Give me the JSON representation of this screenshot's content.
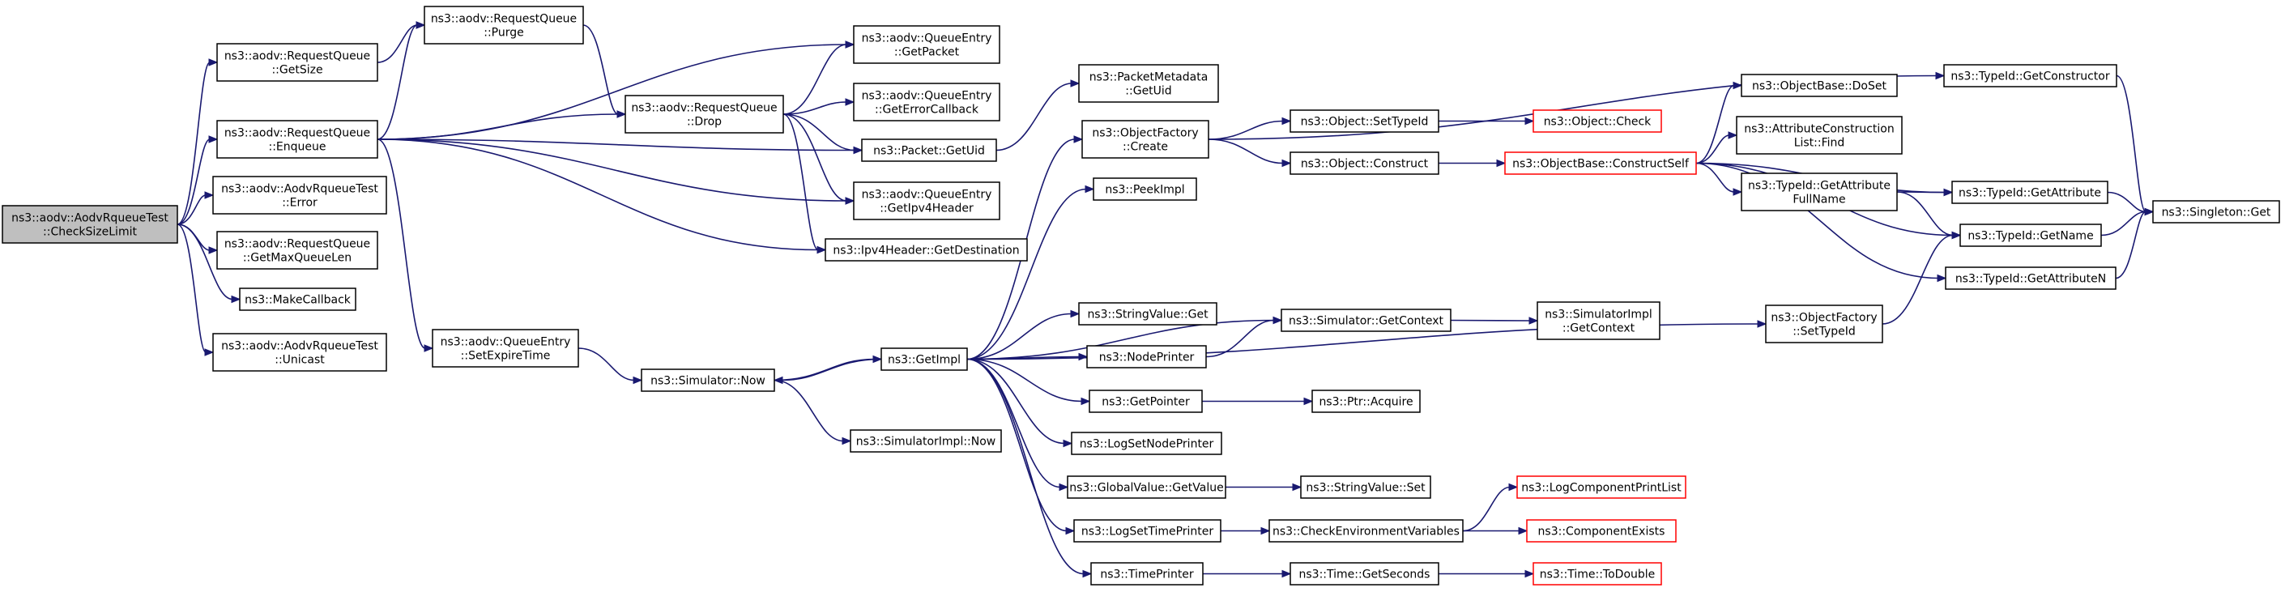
{
  "colors": {
    "edge": "#191970",
    "root_fill": "#bfbfbf",
    "node_fill": "#ffffff",
    "node_stroke": "#000000",
    "warn_stroke": "#ff0000"
  },
  "nodes": [
    {
      "id": "root",
      "lines": [
        "ns3::aodv::AodvRqueueTest",
        "::CheckSizeLimit"
      ],
      "kind": "root"
    },
    {
      "id": "getsize",
      "lines": [
        "ns3::aodv::RequestQueue",
        "::GetSize"
      ]
    },
    {
      "id": "enqueue",
      "lines": [
        "ns3::aodv::RequestQueue",
        "::Enqueue"
      ]
    },
    {
      "id": "error",
      "lines": [
        "ns3::aodv::AodvRqueueTest",
        "::Error"
      ]
    },
    {
      "id": "getmaxqueuelen",
      "lines": [
        "ns3::aodv::RequestQueue",
        "::GetMaxQueueLen"
      ]
    },
    {
      "id": "makecallback",
      "lines": [
        "ns3::MakeCallback"
      ]
    },
    {
      "id": "unicast",
      "lines": [
        "ns3::aodv::AodvRqueueTest",
        "::Unicast"
      ]
    },
    {
      "id": "purge",
      "lines": [
        "ns3::aodv::RequestQueue",
        "::Purge"
      ]
    },
    {
      "id": "drop",
      "lines": [
        "ns3::aodv::RequestQueue",
        "::Drop"
      ]
    },
    {
      "id": "setexpiretime",
      "lines": [
        "ns3::aodv::QueueEntry",
        "::SetExpireTime"
      ]
    },
    {
      "id": "getpacket",
      "lines": [
        "ns3::aodv::QueueEntry",
        "::GetPacket"
      ]
    },
    {
      "id": "geterrorcallback",
      "lines": [
        "ns3::aodv::QueueEntry",
        "::GetErrorCallback"
      ]
    },
    {
      "id": "packetgetuid",
      "lines": [
        "ns3::Packet::GetUid"
      ]
    },
    {
      "id": "getipv4header",
      "lines": [
        "ns3::aodv::QueueEntry",
        "::GetIpv4Header"
      ]
    },
    {
      "id": "getdestination",
      "lines": [
        "ns3::Ipv4Header::GetDestination"
      ]
    },
    {
      "id": "simnow",
      "lines": [
        "ns3::Simulator::Now"
      ]
    },
    {
      "id": "simimplnow",
      "lines": [
        "ns3::SimulatorImpl::Now"
      ]
    },
    {
      "id": "getimpl",
      "lines": [
        "ns3::GetImpl"
      ]
    },
    {
      "id": "metadatagetuid",
      "lines": [
        "ns3::PacketMetadata",
        "::GetUid"
      ]
    },
    {
      "id": "objfactcreate",
      "lines": [
        "ns3::ObjectFactory",
        "::Create"
      ]
    },
    {
      "id": "peekimpl",
      "lines": [
        "ns3::PeekImpl"
      ]
    },
    {
      "id": "stringvalueget",
      "lines": [
        "ns3::StringValue::Get"
      ]
    },
    {
      "id": "nodeprinter",
      "lines": [
        "ns3::NodePrinter"
      ]
    },
    {
      "id": "getpointer",
      "lines": [
        "ns3::GetPointer"
      ]
    },
    {
      "id": "logsetnodeprinter",
      "lines": [
        "ns3::LogSetNodePrinter"
      ]
    },
    {
      "id": "globalvaluegetvalue",
      "lines": [
        "ns3::GlobalValue::GetValue"
      ]
    },
    {
      "id": "logsettimeprinter",
      "lines": [
        "ns3::LogSetTimePrinter"
      ]
    },
    {
      "id": "timeprinter",
      "lines": [
        "ns3::TimePrinter"
      ]
    },
    {
      "id": "objsettypeid",
      "lines": [
        "ns3::Object::SetTypeId"
      ]
    },
    {
      "id": "objconstruct",
      "lines": [
        "ns3::Object::Construct"
      ]
    },
    {
      "id": "simgetcontext",
      "lines": [
        "ns3::Simulator::GetContext"
      ]
    },
    {
      "id": "ptracquire",
      "lines": [
        "ns3::Ptr::Acquire"
      ]
    },
    {
      "id": "stringvalueset",
      "lines": [
        "ns3::StringValue::Set"
      ]
    },
    {
      "id": "checkenv",
      "lines": [
        "ns3::CheckEnvironmentVariables"
      ]
    },
    {
      "id": "timegetseconds",
      "lines": [
        "ns3::Time::GetSeconds"
      ]
    },
    {
      "id": "objcheck",
      "lines": [
        "ns3::Object::Check"
      ],
      "kind": "warn"
    },
    {
      "id": "constructself",
      "lines": [
        "ns3::ObjectBase::ConstructSelf"
      ],
      "kind": "warn"
    },
    {
      "id": "simimplgetcontext",
      "lines": [
        "ns3::SimulatorImpl",
        "::GetContext"
      ]
    },
    {
      "id": "logcomponentprintlist",
      "lines": [
        "ns3::LogComponentPrintList"
      ],
      "kind": "warn"
    },
    {
      "id": "componentexists",
      "lines": [
        "ns3::ComponentExists"
      ],
      "kind": "warn"
    },
    {
      "id": "timetodouble",
      "lines": [
        "ns3::Time::ToDouble"
      ],
      "kind": "warn"
    },
    {
      "id": "dotset",
      "lines": [
        "ns3::ObjectBase::DoSet"
      ]
    },
    {
      "id": "attrconstructionlistfind",
      "lines": [
        "ns3::AttributeConstruction",
        "List::Find"
      ]
    },
    {
      "id": "typeidgetattributefullname",
      "lines": [
        "ns3::TypeId::GetAttribute",
        "FullName"
      ]
    },
    {
      "id": "objfactsettypeid",
      "lines": [
        "ns3::ObjectFactory",
        "::SetTypeId"
      ]
    },
    {
      "id": "typeidgetconstructor",
      "lines": [
        "ns3::TypeId::GetConstructor"
      ]
    },
    {
      "id": "typeidgetattribute",
      "lines": [
        "ns3::TypeId::GetAttribute"
      ]
    },
    {
      "id": "typeidgetname",
      "lines": [
        "ns3::TypeId::GetName"
      ]
    },
    {
      "id": "typeidgetattributen",
      "lines": [
        "ns3::TypeId::GetAttributeN"
      ]
    },
    {
      "id": "singletonget",
      "lines": [
        "ns3::Singleton::Get"
      ]
    }
  ],
  "edges": [
    [
      "root",
      "getsize"
    ],
    [
      "root",
      "enqueue"
    ],
    [
      "root",
      "error"
    ],
    [
      "root",
      "getmaxqueuelen"
    ],
    [
      "root",
      "makecallback"
    ],
    [
      "root",
      "unicast"
    ],
    [
      "getsize",
      "purge"
    ],
    [
      "enqueue",
      "purge"
    ],
    [
      "enqueue",
      "getpacket"
    ],
    [
      "enqueue",
      "drop"
    ],
    [
      "enqueue",
      "packetgetuid"
    ],
    [
      "enqueue",
      "getipv4header"
    ],
    [
      "enqueue",
      "getdestination"
    ],
    [
      "enqueue",
      "setexpiretime"
    ],
    [
      "purge",
      "drop"
    ],
    [
      "drop",
      "getpacket"
    ],
    [
      "drop",
      "geterrorcallback"
    ],
    [
      "drop",
      "packetgetuid"
    ],
    [
      "drop",
      "getipv4header"
    ],
    [
      "drop",
      "getdestination"
    ],
    [
      "packetgetuid",
      "metadatagetuid"
    ],
    [
      "setexpiretime",
      "simnow"
    ],
    [
      "simnow",
      "simimplnow"
    ],
    [
      "simnow",
      "getimpl"
    ],
    [
      "getimpl",
      "simnow"
    ],
    [
      "getimpl",
      "objfactcreate"
    ],
    [
      "getimpl",
      "peekimpl"
    ],
    [
      "getimpl",
      "stringvalueget"
    ],
    [
      "getimpl",
      "nodeprinter"
    ],
    [
      "getimpl",
      "getpointer"
    ],
    [
      "getimpl",
      "logsetnodeprinter"
    ],
    [
      "getimpl",
      "globalvaluegetvalue"
    ],
    [
      "getimpl",
      "logsettimeprinter"
    ],
    [
      "getimpl",
      "timeprinter"
    ],
    [
      "getimpl",
      "objfactsettypeid"
    ],
    [
      "getimpl",
      "simgetcontext"
    ],
    [
      "objfactcreate",
      "objsettypeid"
    ],
    [
      "objfactcreate",
      "objconstruct"
    ],
    [
      "objfactcreate",
      "typeidgetconstructor"
    ],
    [
      "objsettypeid",
      "objcheck"
    ],
    [
      "objconstruct",
      "constructself"
    ],
    [
      "nodeprinter",
      "simgetcontext"
    ],
    [
      "simgetcontext",
      "simimplgetcontext"
    ],
    [
      "getpointer",
      "ptracquire"
    ],
    [
      "globalvaluegetvalue",
      "stringvalueset"
    ],
    [
      "logsettimeprinter",
      "checkenv"
    ],
    [
      "checkenv",
      "logcomponentprintlist"
    ],
    [
      "checkenv",
      "componentexists"
    ],
    [
      "timeprinter",
      "timegetseconds"
    ],
    [
      "timegetseconds",
      "timetodouble"
    ],
    [
      "constructself",
      "dotset"
    ],
    [
      "constructself",
      "attrconstructionlistfind"
    ],
    [
      "constructself",
      "typeidgetattributefullname"
    ],
    [
      "constructself",
      "typeidgetattribute"
    ],
    [
      "constructself",
      "typeidgetname"
    ],
    [
      "constructself",
      "typeidgetattributen"
    ],
    [
      "typeidgetattributefullname",
      "typeidgetattribute"
    ],
    [
      "typeidgetattributefullname",
      "typeidgetname"
    ],
    [
      "objfactsettypeid",
      "typeidgetname"
    ],
    [
      "typeidgetconstructor",
      "singletonget"
    ],
    [
      "typeidgetattribute",
      "singletonget"
    ],
    [
      "typeidgetname",
      "singletonget"
    ],
    [
      "typeidgetattributen",
      "singletonget"
    ]
  ]
}
